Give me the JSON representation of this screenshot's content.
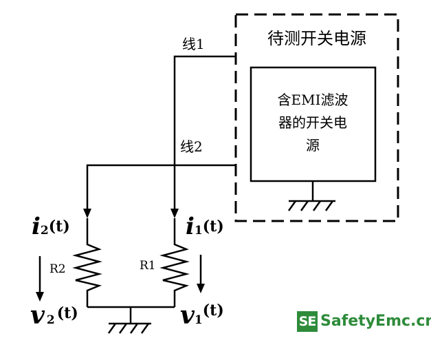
{
  "outer_box": {
    "title": "待测开关电源"
  },
  "inner_box": {
    "lines": [
      "含EMI滤波",
      "器的开关电",
      "源"
    ]
  },
  "wires": {
    "line1": "线1",
    "line2": "线2"
  },
  "resistors": {
    "r1": "R1",
    "r2": "R2"
  },
  "current_labels": {
    "i1": {
      "sym": "i",
      "sub": "1",
      "arg": "(t)"
    },
    "i2": {
      "sym": "i",
      "sub": "2",
      "arg": "(t)"
    }
  },
  "voltage_labels": {
    "v1": {
      "sym": "v",
      "sub": "1",
      "arg": "(t)"
    },
    "v2": {
      "sym": "v",
      "sub": "2",
      "arg": "(t)"
    }
  },
  "watermark": {
    "badge": "SE",
    "text": "SafetyEmc.cn"
  },
  "colors": {
    "stroke": "#000000",
    "watermark": "#2e8b3a"
  }
}
